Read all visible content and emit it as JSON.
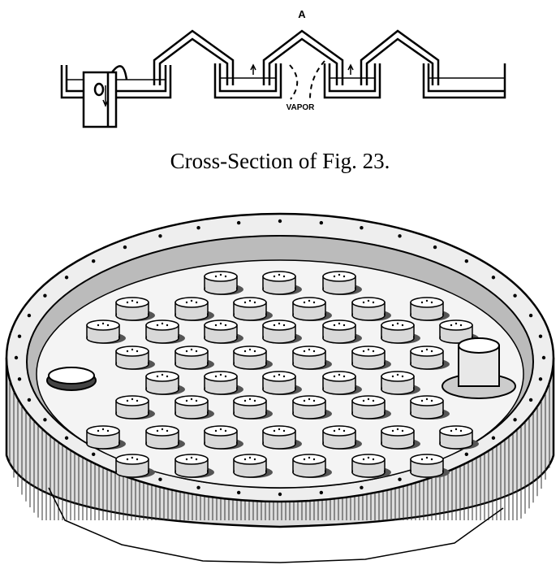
{
  "cross_section": {
    "label_a": "A",
    "label_vapor": "VAPOR"
  },
  "caption": "Cross-Section of Fig. 23.",
  "colors": {
    "ink": "#000000",
    "paper": "#ffffff"
  }
}
